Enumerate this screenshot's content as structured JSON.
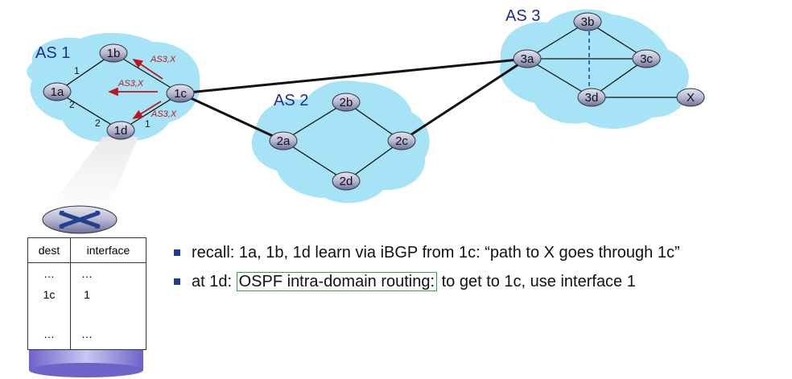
{
  "as_labels": [
    "AS 1",
    "AS 2",
    "AS 3"
  ],
  "routers": {
    "r1a": "1a",
    "r1b": "1b",
    "r1c": "1c",
    "r1d": "1d",
    "r2a": "2a",
    "r2b": "2b",
    "r2c": "2c",
    "r2d": "2d",
    "r3a": "3a",
    "r3b": "3b",
    "r3c": "3c",
    "r3d": "3d",
    "rX": "X"
  },
  "interface_labels": {
    "i1a1b": "1",
    "i1a1d": "2",
    "i1d1a": "2",
    "i1d1c": "1"
  },
  "ibgp_annotations": [
    "AS3,X",
    "AS3,X",
    "AS3,X"
  ],
  "forwarding_table": {
    "headers": [
      "dest",
      "interface"
    ],
    "rows": [
      [
        "…",
        "…"
      ],
      [
        "1c",
        "1"
      ],
      [
        "…",
        "…"
      ]
    ]
  },
  "bullets": {
    "b1": "recall: 1a, 1b, 1d learn via iBGP from 1c: “path to X goes through 1c”",
    "b2_prefix": "at 1d: ",
    "b2_highlight": "OSPF intra-domain routing:",
    "b2_suffix": " to get to 1c, use  interface 1"
  },
  "colors": {
    "as_cloud": "#a6e3f6",
    "ibgp_arrow": "#c0141c",
    "highlight_box": "#2ea34a",
    "as_text": "#1f2d9a",
    "router_body": "#b7b9d2",
    "intra_as_link_3b_3d": "#1f3fbf"
  }
}
